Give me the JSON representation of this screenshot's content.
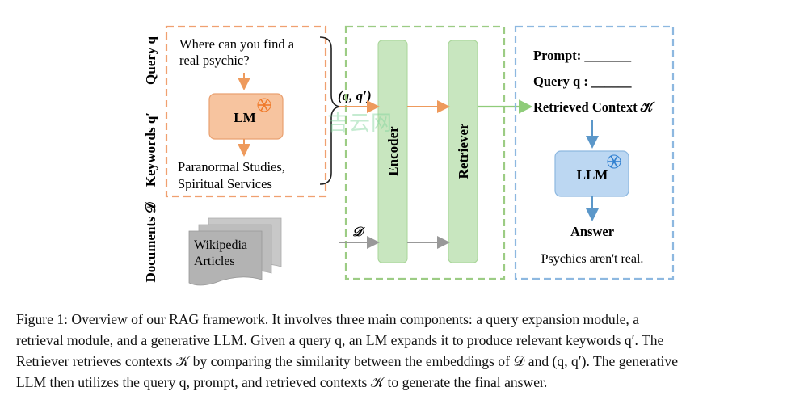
{
  "diagram": {
    "side_labels": {
      "query": "Query q",
      "keywords": "Keywords q′",
      "documents": "Documents 𝒟"
    },
    "left": {
      "query_text": [
        "Where can you find a",
        "real psychic?"
      ],
      "lm_label": "LM",
      "keywords_text": [
        "Paranormal Studies,",
        "Spiritual Services"
      ],
      "pair_label": "(q, q′)",
      "docs_text": [
        "Wikipedia",
        "Articles"
      ]
    },
    "middle": {
      "encoder_label": "Encoder",
      "retriever_label": "Retriever",
      "d_label": "𝒟"
    },
    "right": {
      "prompt_label": "Prompt: _______",
      "query_label": "Query q : ______",
      "context_label": "Retrieved Context 𝒦",
      "llm_label": "LLM",
      "answer_label": "Answer",
      "answer_text": "Psychics aren't real."
    },
    "watermark": "吉云网",
    "colors": {
      "query_module": "#f0a070",
      "retrieval_module": "#9ccc84",
      "generation_module": "#8db8e0",
      "lm_fill": "#f7c49f",
      "llm_fill": "#bcd7f2",
      "bar_fill": "#c8e6bf"
    }
  },
  "caption": {
    "lines": [
      "Figure 1: Overview of our RAG framework. It involves three main components: a query expansion module, a",
      "retrieval module, and a generative LLM. Given a query q, an LM expands it to produce relevant keywords q′. The",
      "Retriever retrieves contexts 𝒦 by comparing the similarity between the embeddings of 𝒟 and (q, q′). The generative",
      "LLM then utilizes the query q, prompt, and retrieved contexts 𝒦 to generate the final answer."
    ]
  }
}
